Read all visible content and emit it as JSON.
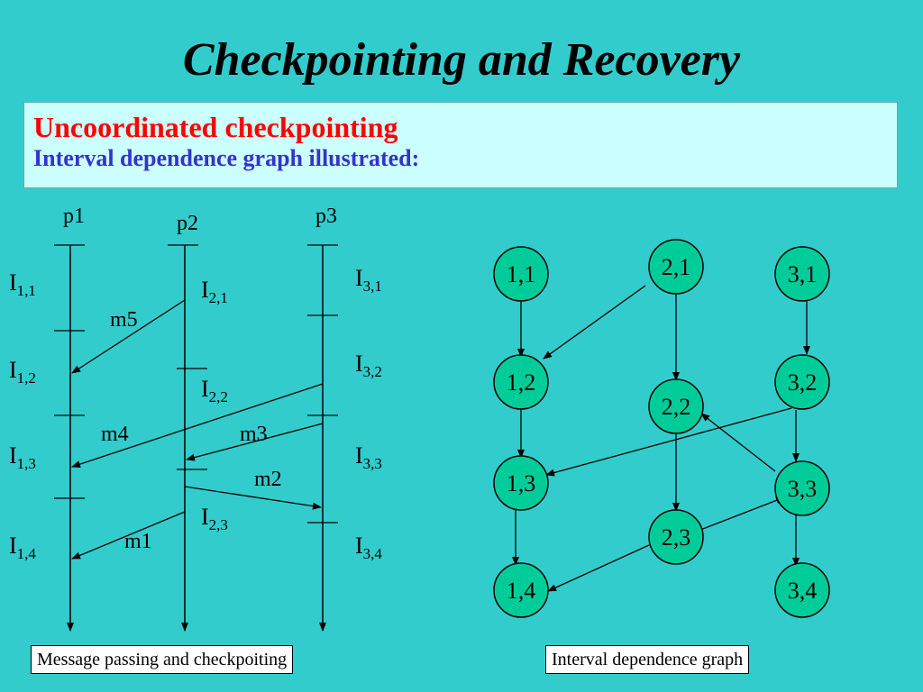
{
  "title": "Checkpointing and Recovery",
  "subtitle_red": "Uncoordinated checkpointing",
  "subtitle_blue": "Interval dependence graph illustrated:",
  "processes": [
    "p1",
    "p2",
    "p3"
  ],
  "intervals": {
    "p1": [
      [
        "I",
        "1,1"
      ],
      [
        "I",
        "1,2"
      ],
      [
        "I",
        "1,3"
      ],
      [
        "I",
        "1,4"
      ]
    ],
    "p2": [
      [
        "I",
        "2,1"
      ],
      [
        "I",
        "2,2"
      ],
      [
        "I",
        "2,3"
      ]
    ],
    "p3": [
      [
        "I",
        "3,1"
      ],
      [
        "I",
        "3,2"
      ],
      [
        "I",
        "3,3"
      ],
      [
        "I",
        "3,4"
      ]
    ]
  },
  "messages": [
    "m5",
    "m4",
    "m3",
    "m2",
    "m1"
  ],
  "nodes": [
    "1,1",
    "1,2",
    "1,3",
    "1,4",
    "2,1",
    "2,2",
    "2,3",
    "3,1",
    "3,2",
    "3,3",
    "3,4"
  ],
  "edges": [
    [
      "1,1",
      "1,2"
    ],
    [
      "1,2",
      "1,3"
    ],
    [
      "1,3",
      "1,4"
    ],
    [
      "2,1",
      "2,2"
    ],
    [
      "2,2",
      "2,3"
    ],
    [
      "3,1",
      "3,2"
    ],
    [
      "3,2",
      "3,3"
    ],
    [
      "3,3",
      "3,4"
    ],
    [
      "2,1",
      "1,2"
    ],
    [
      "3,2",
      "1,3"
    ],
    [
      "3,3",
      "2,2"
    ],
    [
      "2,3",
      "3,3"
    ],
    [
      "2,3",
      "1,4"
    ]
  ],
  "caption_left": "Message passing and checkpoiting",
  "caption_right": "Interval dependence graph",
  "colors": {
    "background": "#33cccc",
    "node_fill": "#00cc99",
    "subtitle_red": "#ff0000",
    "subtitle_blue": "#3333cc",
    "box": "#ccffff"
  }
}
